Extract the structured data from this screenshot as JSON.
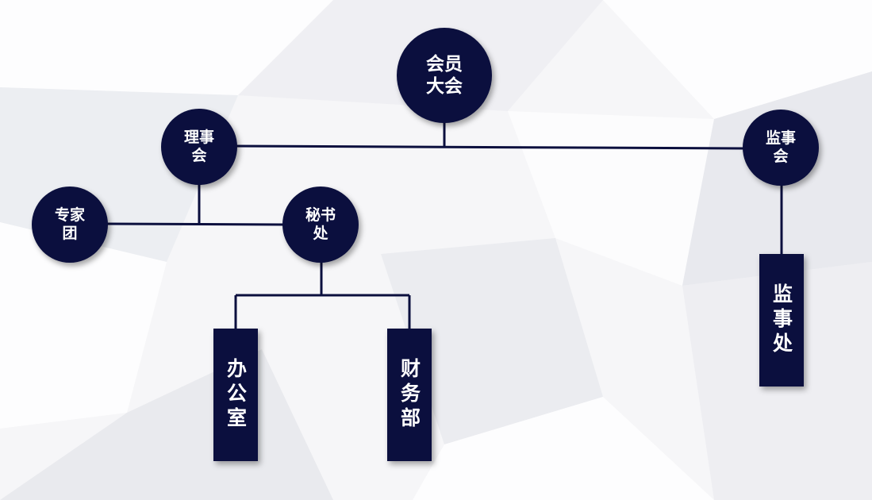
{
  "nodes": {
    "general_assembly": "会员\n大会",
    "council": "理事\n会",
    "supervisory_board": "监事\n会",
    "expert_group": "专家\n团",
    "secretariat": "秘书\n处",
    "office": "办公室",
    "finance_dept": "财务部",
    "supervision_office": "监事处"
  },
  "colors": {
    "node_fill": "#0b0f3e",
    "node_text": "#ffffff",
    "connector": "#0b0f3e",
    "background": "#f6f6f8"
  }
}
